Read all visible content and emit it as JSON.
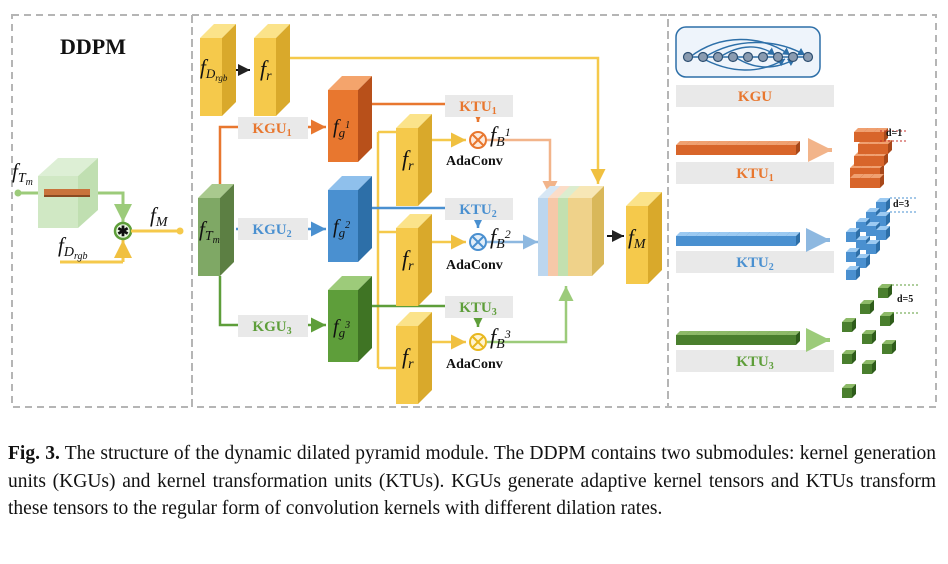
{
  "module_title": "DDPM",
  "labels": {
    "f_D_rgb_top": "f",
    "f_D_rgb_top_sub": "D",
    "f_D_rgb_top_subsub": "rgb",
    "f_r": "f",
    "f_r_sub": "r",
    "f_Tm": "f",
    "f_Tm_sub": "T",
    "f_Tm_subsub": "m",
    "f_M": "f",
    "f_M_sub": "M",
    "f_g": "f",
    "f_g_sub": "g",
    "f_B": "f",
    "f_B_sub": "B",
    "sup1": "1",
    "sup2": "2",
    "sup3": "3",
    "adaconv": "AdaConv",
    "kgu_prefix": "KGU",
    "ktu_prefix": "KTU",
    "idx1": "1",
    "idx2": "2",
    "idx3": "3",
    "kgu_legend": "KGU",
    "d1": "d=1",
    "d3": "d=3",
    "d5": "d=5"
  },
  "colors": {
    "orange": "#E8772F",
    "blue": "#4A90D0",
    "green": "#5E9E3A",
    "yellow": "#F5C94B",
    "gray_box": "#E9E9E9",
    "dash": "#B5B5B5"
  },
  "caption": {
    "label": "Fig. 3.",
    "text": "The structure of the dynamic dilated pyramid module. The DDPM contains two submodules: kernel generation units (KGUs) and kernel transformation units (KTUs). KGUs generate adaptive kernel tensors and KTUs transform these tensors to the regular form of convolution kernels with different dilation rates."
  }
}
